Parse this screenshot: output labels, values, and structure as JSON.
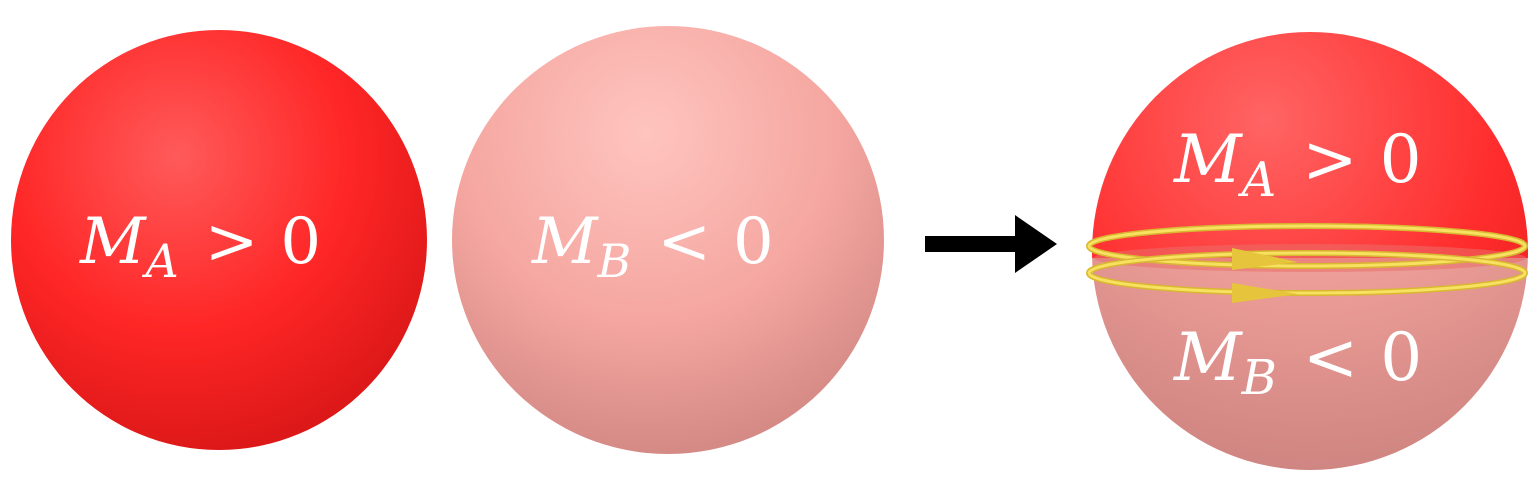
{
  "figure": {
    "sphere_a": {
      "symbol": "M",
      "subscript": "A",
      "relation": ">",
      "value": "0",
      "color": "#ff2a2a"
    },
    "sphere_b": {
      "symbol": "M",
      "subscript": "B",
      "relation": "<",
      "value": "0",
      "color": "#f2a29c"
    },
    "arrow": {
      "color": "#000000"
    },
    "combined": {
      "top": {
        "symbol": "M",
        "subscript": "A",
        "relation": ">",
        "value": "0"
      },
      "bottom": {
        "symbol": "M",
        "subscript": "B",
        "relation": "<",
        "value": "0"
      },
      "edge_current_color": "#f5d93a"
    }
  }
}
